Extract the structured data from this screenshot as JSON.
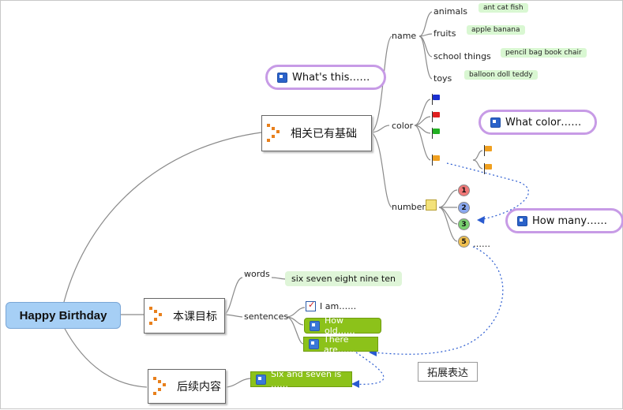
{
  "root": {
    "label": "Happy Birthday"
  },
  "topic_known": {
    "label": "相关已有基础",
    "name": {
      "label": "name",
      "items": [
        {
          "label": "animals",
          "examples": "ant cat fish"
        },
        {
          "label": "fruits",
          "examples": "apple banana"
        },
        {
          "label": "school things",
          "examples": "pencil bag book chair"
        },
        {
          "label": "toys",
          "examples": "balloon doll teddy"
        }
      ]
    },
    "color": {
      "label": "color",
      "flag_colors": [
        "#1a2fd0",
        "#e02020",
        "#22b022",
        "#f0a020",
        "#f0a020",
        "#f0a020"
      ]
    },
    "number": {
      "label": "number",
      "items": [
        {
          "label": "1",
          "color": "#f07878"
        },
        {
          "label": "2",
          "color": "#8aa8f0"
        },
        {
          "label": "3",
          "color": "#7ad070"
        },
        {
          "label": "5",
          "color": "#f0c050"
        }
      ],
      "more": "……"
    }
  },
  "topic_goals": {
    "label": "本课目标",
    "words": {
      "label": "words",
      "value": "six  seven  eight nine ten"
    },
    "sentences": {
      "label": "sentences",
      "items": [
        {
          "label": "I am……"
        },
        {
          "label": "How old……"
        },
        {
          "label": "There are……"
        }
      ]
    }
  },
  "topic_followup": {
    "label": "后续内容",
    "item": "Six and seven is ……"
  },
  "callouts": {
    "whats_this": "What's this……",
    "what_color": "What color……",
    "how_many": "How many……"
  },
  "expand_label": "拓展表达",
  "colors": {
    "root_fill": "#a6cff5",
    "callout_border": "#c79be6",
    "lime": "#8cc21a",
    "connector": "#888888",
    "dotted": "#2a5bd0",
    "marker": "#e8801c"
  }
}
